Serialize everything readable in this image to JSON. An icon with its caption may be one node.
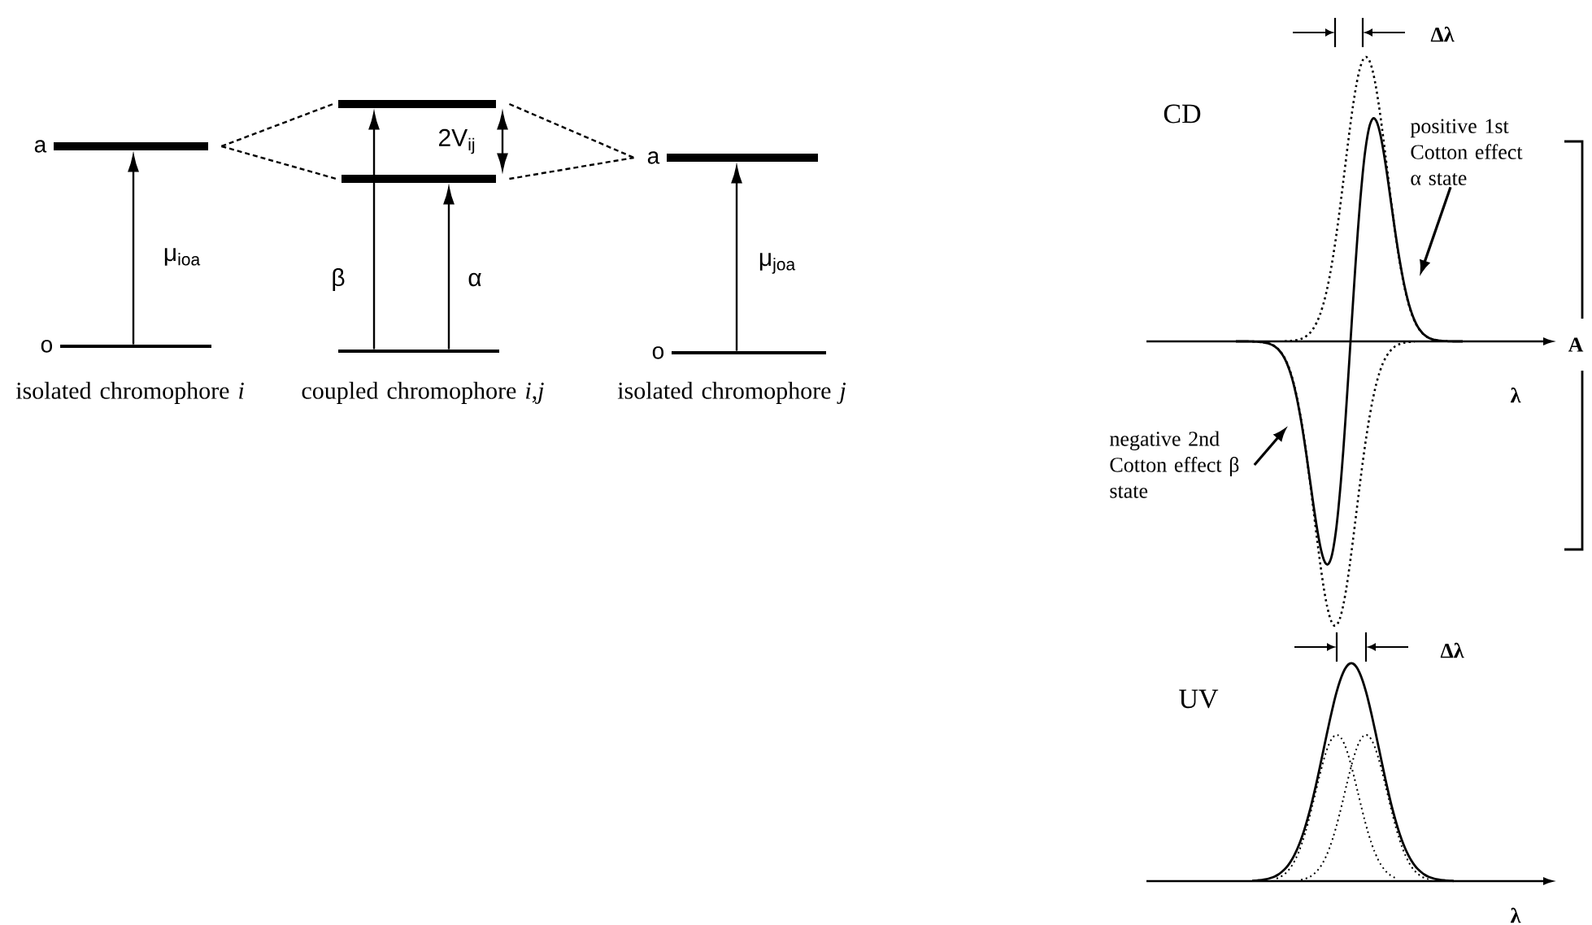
{
  "diagram": {
    "nodes": [
      {
        "text": [
          "a"
        ]
      },
      {
        "text": [
          "o"
        ],
        "beside": [
          "isolated chromophore *i*"
        ]
      },
      {
        "text": [],
        "shape": "bar"
      },
      {
        "text": [],
        "shape": "bar"
      },
      {
        "text": [],
        "shape": "bar",
        "beside": [
          "coupled chromophore *i*,*j*"
        ]
      },
      {
        "text": [
          "a"
        ]
      },
      {
        "text": [
          "o"
        ],
        "beside": [
          "isolated chromophore *j*"
        ]
      },
      {
        "text": [
          "positive 1st Cotton effect α state"
        ]
      },
      {
        "text": [
          "negative 2nd Cotton effect β state"
        ]
      }
    ],
    "edges": [
      {
        "from": 1,
        "to": 0,
        "arrow": "to",
        "label": "μ$_{ioa}$"
      },
      {
        "from": 4,
        "to": 2,
        "arrow": "to",
        "label": "β"
      },
      {
        "from": 4,
        "to": 3,
        "arrow": "to",
        "label": "α"
      },
      {
        "from": 3,
        "to": 2,
        "arrow": "both",
        "label": "2V$_{ij}$"
      },
      {
        "from": 0,
        "to": 2,
        "arrow": "none",
        "style": "dashed"
      },
      {
        "from": 0,
        "to": 3,
        "arrow": "none",
        "style": "dashed"
      },
      {
        "from": 2,
        "to": 5,
        "arrow": "none",
        "style": "dashed"
      },
      {
        "from": 3,
        "to": 5,
        "arrow": "none",
        "style": "dashed"
      },
      {
        "from": 6,
        "to": 5,
        "arrow": "to",
        "label": "μ$_{joa}$"
      },
      {
        "from": 7,
        "to": null,
        "arrow": "to"
      },
      {
        "from": 8,
        "to": null,
        "arrow": "to"
      }
    ],
    "labels": [
      "Δλ",
      "CD",
      "A",
      "λ",
      "Δλ",
      "UV",
      "λ"
    ]
  }
}
